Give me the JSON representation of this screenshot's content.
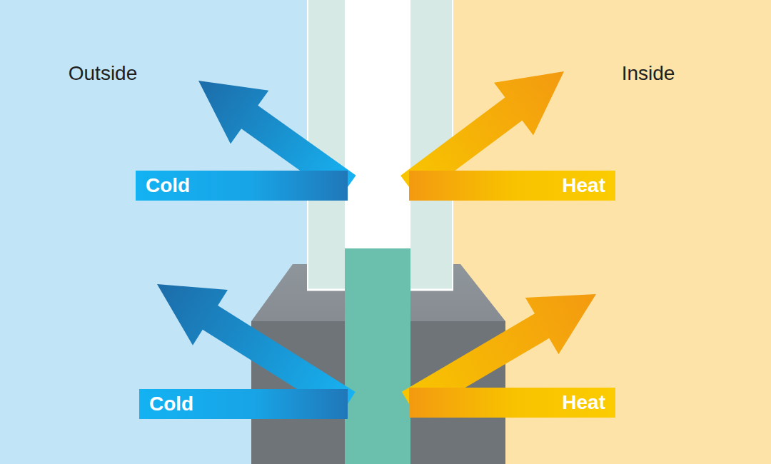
{
  "diagram": {
    "nodes": [
      {
        "text": [
          "Cold"
        ]
      },
      {
        "text": [
          "Heat"
        ]
      },
      {
        "text": [
          "Cold"
        ]
      },
      {
        "text": [
          "Heat"
        ]
      }
    ],
    "labels": [
      "Outside",
      "Inside"
    ]
  }
}
